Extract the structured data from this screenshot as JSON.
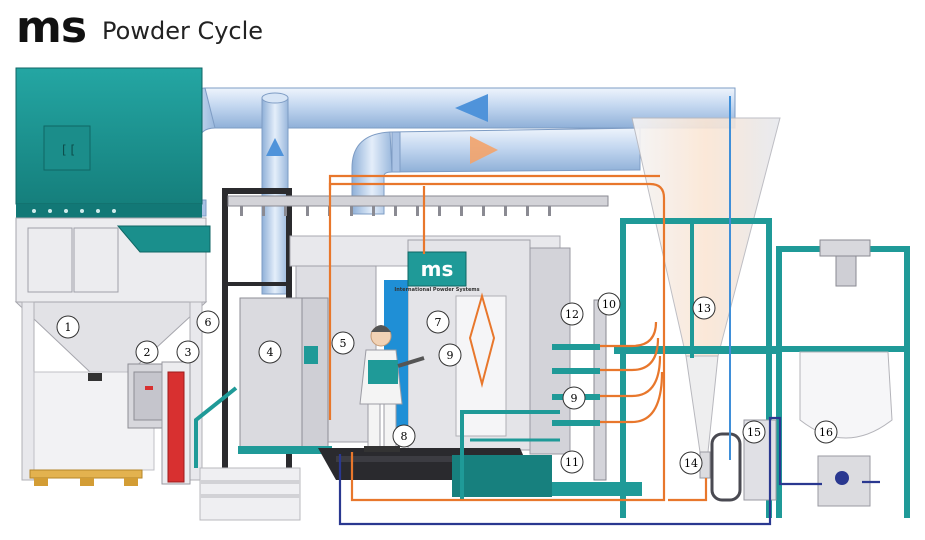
{
  "header": {
    "logo_text": "ms",
    "title": "Powder Cycle"
  },
  "booth_sign": {
    "logo": "ms",
    "caption": "International Powder Systems"
  },
  "callouts": [
    "1",
    "2",
    "3",
    "4",
    "5",
    "6",
    "7",
    "8",
    "9",
    "9",
    "10",
    "11",
    "12",
    "13",
    "14",
    "15",
    "16"
  ],
  "colors": {
    "teal": "#1f9a98",
    "teal_dark": "#127876",
    "duct": "#bcd3ee",
    "duct_dark": "#8fb0d8",
    "flow_arrow": "#4f93da",
    "powder_line": "#e8772c",
    "return_line": "#2a3890",
    "extinguisher": "#d83030",
    "pallet": "#e3b24f",
    "cyclone_glow": "#f3c29c",
    "booth_panel": "#e4e4e4"
  },
  "icons": [
    "flow-arrow-left-icon",
    "flow-arrow-down-icon",
    "flow-arrow-up-icon",
    "flow-arrow-right-icon",
    "operator-figure-icon",
    "spray-gun-icon"
  ]
}
